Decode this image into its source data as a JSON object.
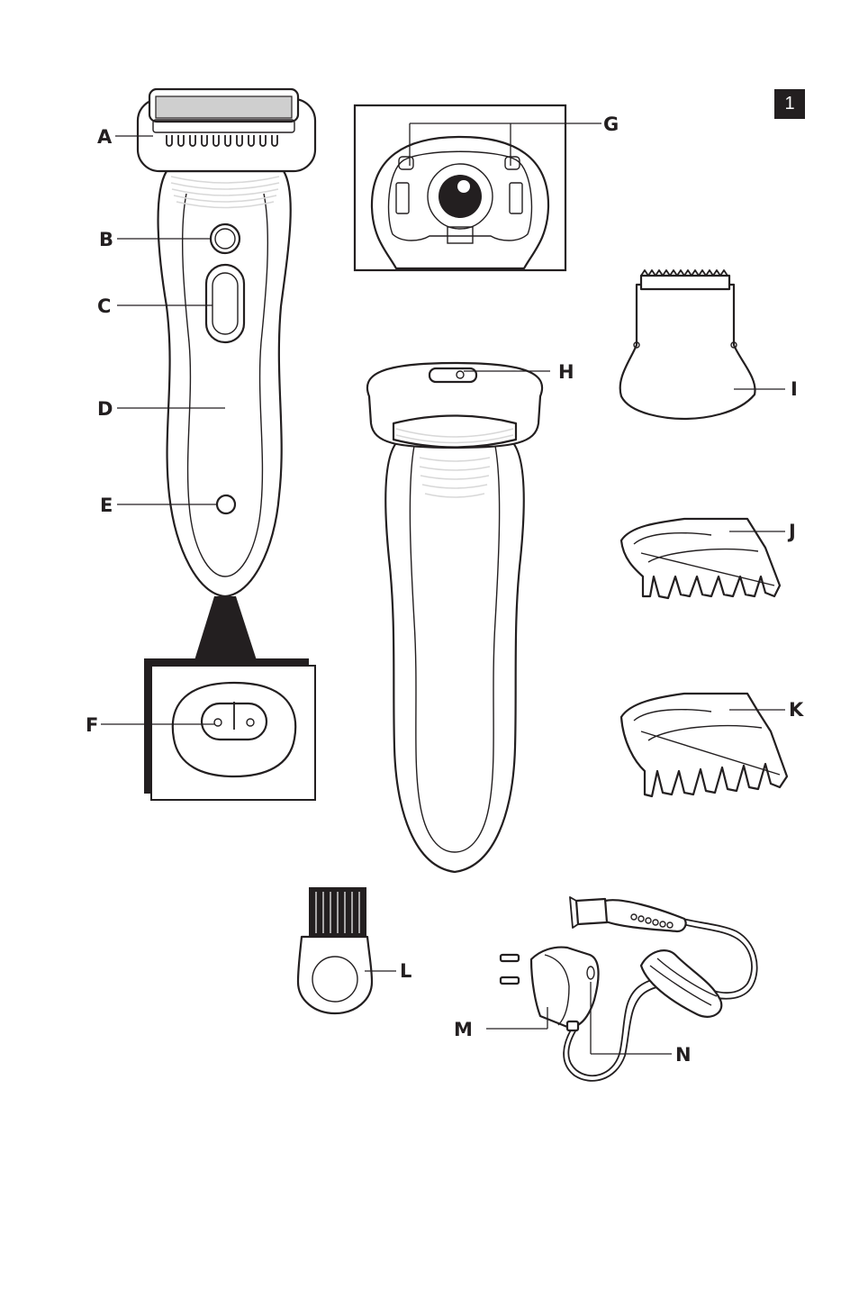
{
  "figure_number": "1",
  "labels": {
    "A": "A",
    "B": "B",
    "C": "C",
    "D": "D",
    "E": "E",
    "F": "F",
    "G": "G",
    "H": "H",
    "I": "I",
    "J": "J",
    "K": "K",
    "L": "L",
    "M": "M",
    "N": "N"
  },
  "colors": {
    "ink": "#231f20",
    "paper": "#ffffff",
    "ridge": "#d8d8d8"
  }
}
